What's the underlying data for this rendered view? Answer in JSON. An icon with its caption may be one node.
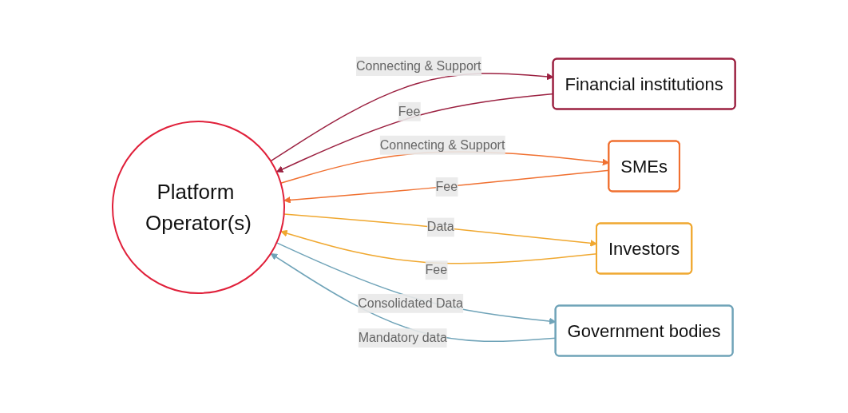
{
  "diagram": {
    "nodes": [
      {
        "text": [
          "Platform Operator(s)"
        ]
      },
      {
        "text": [
          "Financial institutions"
        ]
      },
      {
        "text": [
          "SMEs"
        ]
      },
      {
        "text": [
          "Investors"
        ]
      },
      {
        "text": [
          "Government bodies"
        ]
      }
    ],
    "edges": [
      {
        "from": 0,
        "to": 1,
        "arrow": "to",
        "label": "Connecting & Support",
        "color": "#9b2040"
      },
      {
        "from": 1,
        "to": 0,
        "arrow": "to",
        "label": "Fee",
        "color": "#9b2040"
      },
      {
        "from": 0,
        "to": 2,
        "arrow": "to",
        "label": "Connecting & Support",
        "color": "#f07030"
      },
      {
        "from": 2,
        "to": 0,
        "arrow": "to",
        "label": "Fee",
        "color": "#f07030"
      },
      {
        "from": 0,
        "to": 3,
        "arrow": "to",
        "label": "Data",
        "color": "#f0a830"
      },
      {
        "from": 3,
        "to": 0,
        "arrow": "to",
        "label": "Fee",
        "color": "#f0a830"
      },
      {
        "from": 0,
        "to": 4,
        "arrow": "to",
        "label": "Consolidated Data",
        "color": "#6fa3b8"
      },
      {
        "from": 4,
        "to": 0,
        "arrow": "to",
        "label": "Mandatory data",
        "color": "#6fa3b8"
      }
    ]
  }
}
